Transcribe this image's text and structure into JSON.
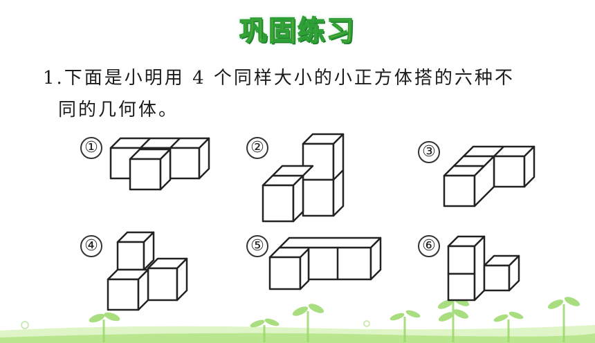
{
  "title": "巩固练习",
  "question": {
    "line1": "1.下面是小明用 4 个同样大小的小正方体搭的六种不",
    "line2": "同的几何体。"
  },
  "figures": [
    {
      "label": "①",
      "name": "figure-1"
    },
    {
      "label": "②",
      "name": "figure-2"
    },
    {
      "label": "③",
      "name": "figure-3"
    },
    {
      "label": "④",
      "name": "figure-4"
    },
    {
      "label": "⑤",
      "name": "figure-5"
    },
    {
      "label": "⑥",
      "name": "figure-6"
    }
  ],
  "colors": {
    "title_fill": "#f4d21c",
    "title_outline": "#2e9e37",
    "cube_stroke": "#222222",
    "sprout": "#9ad86a",
    "ground": "#cfeeb0"
  }
}
